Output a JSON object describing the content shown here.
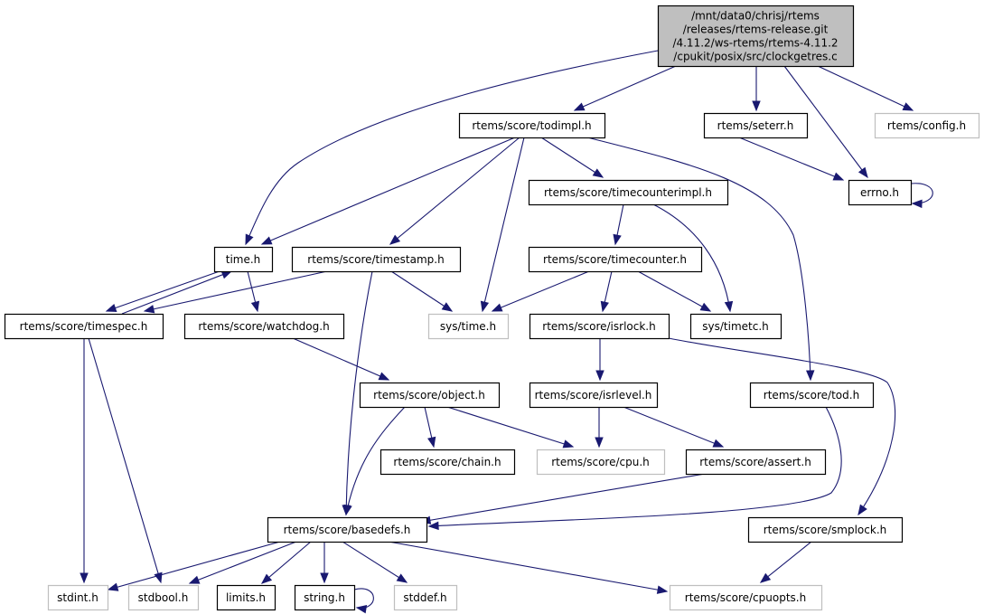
{
  "graph": {
    "title": "Include dependency graph for clockgetres.c",
    "colors": {
      "edge": "#191970",
      "root_fill": "#bfbfbf",
      "node_border": "#000000",
      "external_border": "#bfbfbf"
    },
    "nodes": [
      {
        "id": "root",
        "kind": "root",
        "lines": [
          "/mnt/data0/chrisj/rtems",
          "/releases/rtems-release.git",
          "/4.11.2/ws-rtems/rtems-4.11.2",
          "/cpukit/posix/src/clockgetres.c"
        ]
      },
      {
        "id": "todimpl",
        "kind": "normal",
        "lines": [
          "rtems/score/todimpl.h"
        ]
      },
      {
        "id": "seterr",
        "kind": "normal",
        "lines": [
          "rtems/seterr.h"
        ]
      },
      {
        "id": "config",
        "kind": "external",
        "lines": [
          "rtems/config.h"
        ]
      },
      {
        "id": "errno",
        "kind": "normal",
        "lines": [
          "errno.h"
        ]
      },
      {
        "id": "timecounterimpl",
        "kind": "normal",
        "lines": [
          "rtems/score/timecounterimpl.h"
        ]
      },
      {
        "id": "time",
        "kind": "normal",
        "lines": [
          "time.h"
        ]
      },
      {
        "id": "timestamp",
        "kind": "normal",
        "lines": [
          "rtems/score/timestamp.h"
        ]
      },
      {
        "id": "timecounter",
        "kind": "normal",
        "lines": [
          "rtems/score/timecounter.h"
        ]
      },
      {
        "id": "timespec",
        "kind": "normal",
        "lines": [
          "rtems/score/timespec.h"
        ]
      },
      {
        "id": "watchdog",
        "kind": "normal",
        "lines": [
          "rtems/score/watchdog.h"
        ]
      },
      {
        "id": "systime",
        "kind": "external",
        "lines": [
          "sys/time.h"
        ]
      },
      {
        "id": "isrlock",
        "kind": "normal",
        "lines": [
          "rtems/score/isrlock.h"
        ]
      },
      {
        "id": "systimetc",
        "kind": "normal",
        "lines": [
          "sys/timetc.h"
        ]
      },
      {
        "id": "object",
        "kind": "normal",
        "lines": [
          "rtems/score/object.h"
        ]
      },
      {
        "id": "isrlevel",
        "kind": "normal",
        "lines": [
          "rtems/score/isrlevel.h"
        ]
      },
      {
        "id": "tod",
        "kind": "normal",
        "lines": [
          "rtems/score/tod.h"
        ]
      },
      {
        "id": "chain",
        "kind": "normal",
        "lines": [
          "rtems/score/chain.h"
        ]
      },
      {
        "id": "cpu",
        "kind": "external",
        "lines": [
          "rtems/score/cpu.h"
        ]
      },
      {
        "id": "assert",
        "kind": "normal",
        "lines": [
          "rtems/score/assert.h"
        ]
      },
      {
        "id": "basedefs",
        "kind": "normal",
        "lines": [
          "rtems/score/basedefs.h"
        ]
      },
      {
        "id": "smplock",
        "kind": "normal",
        "lines": [
          "rtems/score/smplock.h"
        ]
      },
      {
        "id": "stdint",
        "kind": "external",
        "lines": [
          "stdint.h"
        ]
      },
      {
        "id": "stdbool",
        "kind": "external",
        "lines": [
          "stdbool.h"
        ]
      },
      {
        "id": "limits",
        "kind": "normal",
        "lines": [
          "limits.h"
        ]
      },
      {
        "id": "string",
        "kind": "normal",
        "lines": [
          "string.h"
        ]
      },
      {
        "id": "stddef",
        "kind": "external",
        "lines": [
          "stddef.h"
        ]
      },
      {
        "id": "cpuopts",
        "kind": "external",
        "lines": [
          "rtems/score/cpuopts.h"
        ]
      }
    ],
    "edges": [
      {
        "from": "root",
        "to": "todimpl"
      },
      {
        "from": "root",
        "to": "seterr"
      },
      {
        "from": "root",
        "to": "config"
      },
      {
        "from": "root",
        "to": "errno"
      },
      {
        "from": "root",
        "to": "time"
      },
      {
        "from": "todimpl",
        "to": "time"
      },
      {
        "from": "todimpl",
        "to": "timestamp"
      },
      {
        "from": "todimpl",
        "to": "systime"
      },
      {
        "from": "todimpl",
        "to": "timecounterimpl"
      },
      {
        "from": "todimpl",
        "to": "tod"
      },
      {
        "from": "seterr",
        "to": "errno"
      },
      {
        "from": "errno",
        "to": "errno"
      },
      {
        "from": "timecounterimpl",
        "to": "timecounter"
      },
      {
        "from": "timecounterimpl",
        "to": "systimetc"
      },
      {
        "from": "time",
        "to": "timespec"
      },
      {
        "from": "time",
        "to": "watchdog"
      },
      {
        "from": "timespec",
        "to": "time"
      },
      {
        "from": "timespec",
        "to": "stdint"
      },
      {
        "from": "timespec",
        "to": "stdbool"
      },
      {
        "from": "timestamp",
        "to": "timespec"
      },
      {
        "from": "timestamp",
        "to": "systime"
      },
      {
        "from": "timestamp",
        "to": "basedefs"
      },
      {
        "from": "timecounter",
        "to": "systime"
      },
      {
        "from": "timecounter",
        "to": "isrlock"
      },
      {
        "from": "timecounter",
        "to": "systimetc"
      },
      {
        "from": "watchdog",
        "to": "object"
      },
      {
        "from": "isrlock",
        "to": "isrlevel"
      },
      {
        "from": "isrlock",
        "to": "smplock"
      },
      {
        "from": "object",
        "to": "chain"
      },
      {
        "from": "object",
        "to": "cpu"
      },
      {
        "from": "object",
        "to": "basedefs"
      },
      {
        "from": "isrlevel",
        "to": "cpu"
      },
      {
        "from": "isrlevel",
        "to": "assert"
      },
      {
        "from": "assert",
        "to": "basedefs"
      },
      {
        "from": "tod",
        "to": "basedefs"
      },
      {
        "from": "smplock",
        "to": "cpuopts"
      },
      {
        "from": "basedefs",
        "to": "stdint"
      },
      {
        "from": "basedefs",
        "to": "stdbool"
      },
      {
        "from": "basedefs",
        "to": "limits"
      },
      {
        "from": "basedefs",
        "to": "string"
      },
      {
        "from": "basedefs",
        "to": "stddef"
      },
      {
        "from": "basedefs",
        "to": "cpuopts"
      },
      {
        "from": "string",
        "to": "string"
      }
    ]
  }
}
